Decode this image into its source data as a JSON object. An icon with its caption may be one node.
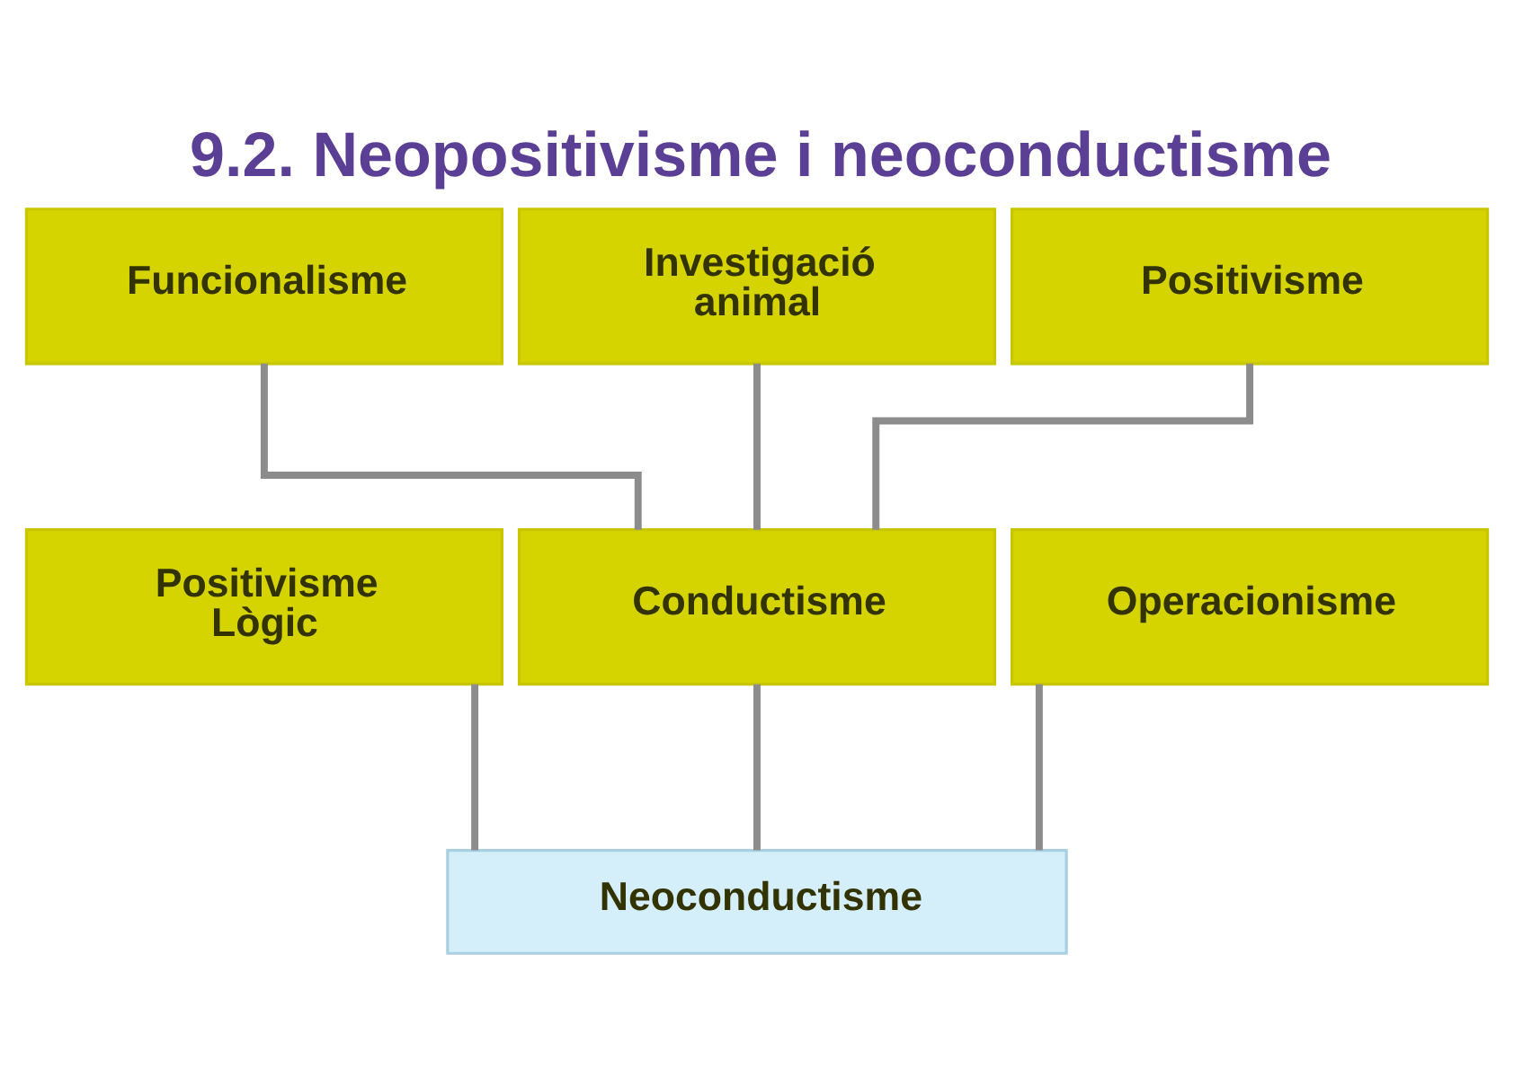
{
  "diagram": {
    "title": "9.2. Neopositivisme i neoconductisme",
    "nodes": [
      {
        "text": [
          "Funcionalisme"
        ]
      },
      {
        "text": [
          "Investigació animal"
        ]
      },
      {
        "text": [
          "Positivisme"
        ]
      },
      {
        "text": [
          "Positivisme Lògic"
        ]
      },
      {
        "text": [
          "Conductisme"
        ]
      },
      {
        "text": [
          "Operacionisme"
        ]
      },
      {
        "text": [
          "Neoconductisme"
        ]
      }
    ],
    "edges": [
      {
        "from": 0,
        "to": 4,
        "arrow": "none"
      },
      {
        "from": 1,
        "to": 4,
        "arrow": "none"
      },
      {
        "from": 2,
        "to": 4,
        "arrow": "none"
      },
      {
        "from": 3,
        "to": 6,
        "arrow": "none"
      },
      {
        "from": 4,
        "to": 6,
        "arrow": "none"
      },
      {
        "from": 5,
        "to": 6,
        "arrow": "none"
      }
    ]
  }
}
